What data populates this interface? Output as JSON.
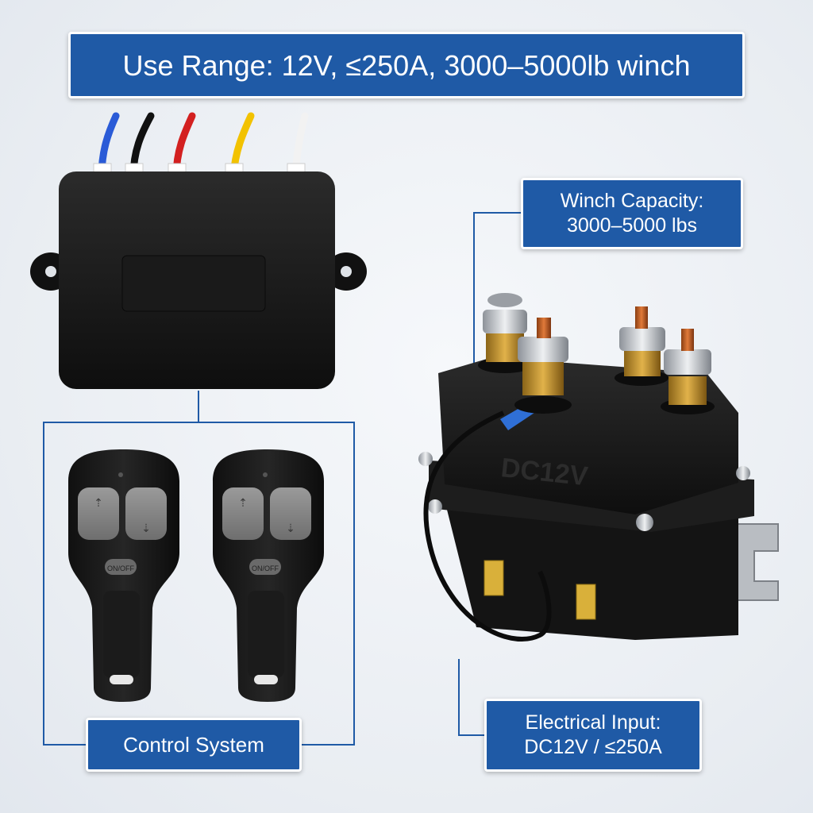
{
  "banner": {
    "text": "Use Range: 12V, ≤250A, 3000–5000lb winch"
  },
  "callouts": {
    "winch_capacity": "Winch Capacity:\n3000–5000 lbs",
    "control_system": "Control System",
    "electrical_input": "Electrical Input:\nDC12V / ≤250A"
  },
  "product": {
    "solenoid_marking": "DC12V",
    "remote_button_label": "ON/OFF"
  },
  "colors": {
    "label_bg": "#1f5aa6",
    "label_border": "#ffffff",
    "wire_colors": [
      "#2a5bd7",
      "#111111",
      "#d32020",
      "#f2c200",
      "#f2f2f2"
    ]
  }
}
